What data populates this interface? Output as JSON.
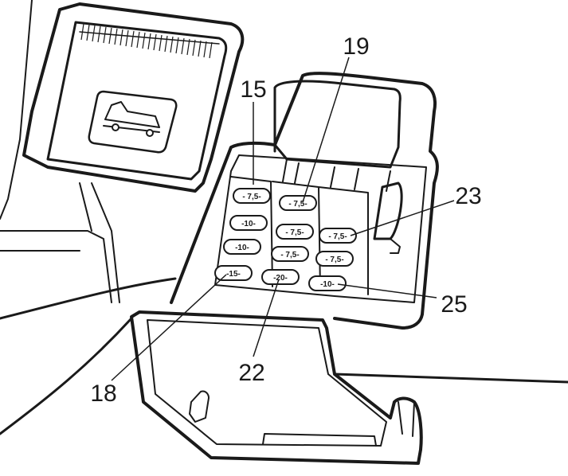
{
  "diagram": {
    "callouts": {
      "c15": "15",
      "c19": "19",
      "c23": "23",
      "c25": "25",
      "c18": "18",
      "c22": "22"
    },
    "fuses": {
      "f1": "- 7,5-",
      "f2": "-10-",
      "f3": "-10-",
      "f4": "-15-",
      "f5": "- 7,5-",
      "f6": "- 7,5-",
      "f7": "- 7,5-",
      "f8": "-20-",
      "f9": "- 7,5-",
      "f10": "- 7,5-",
      "f11": "-10-"
    },
    "icons": {
      "hood_release": "car-hood-icon"
    }
  }
}
